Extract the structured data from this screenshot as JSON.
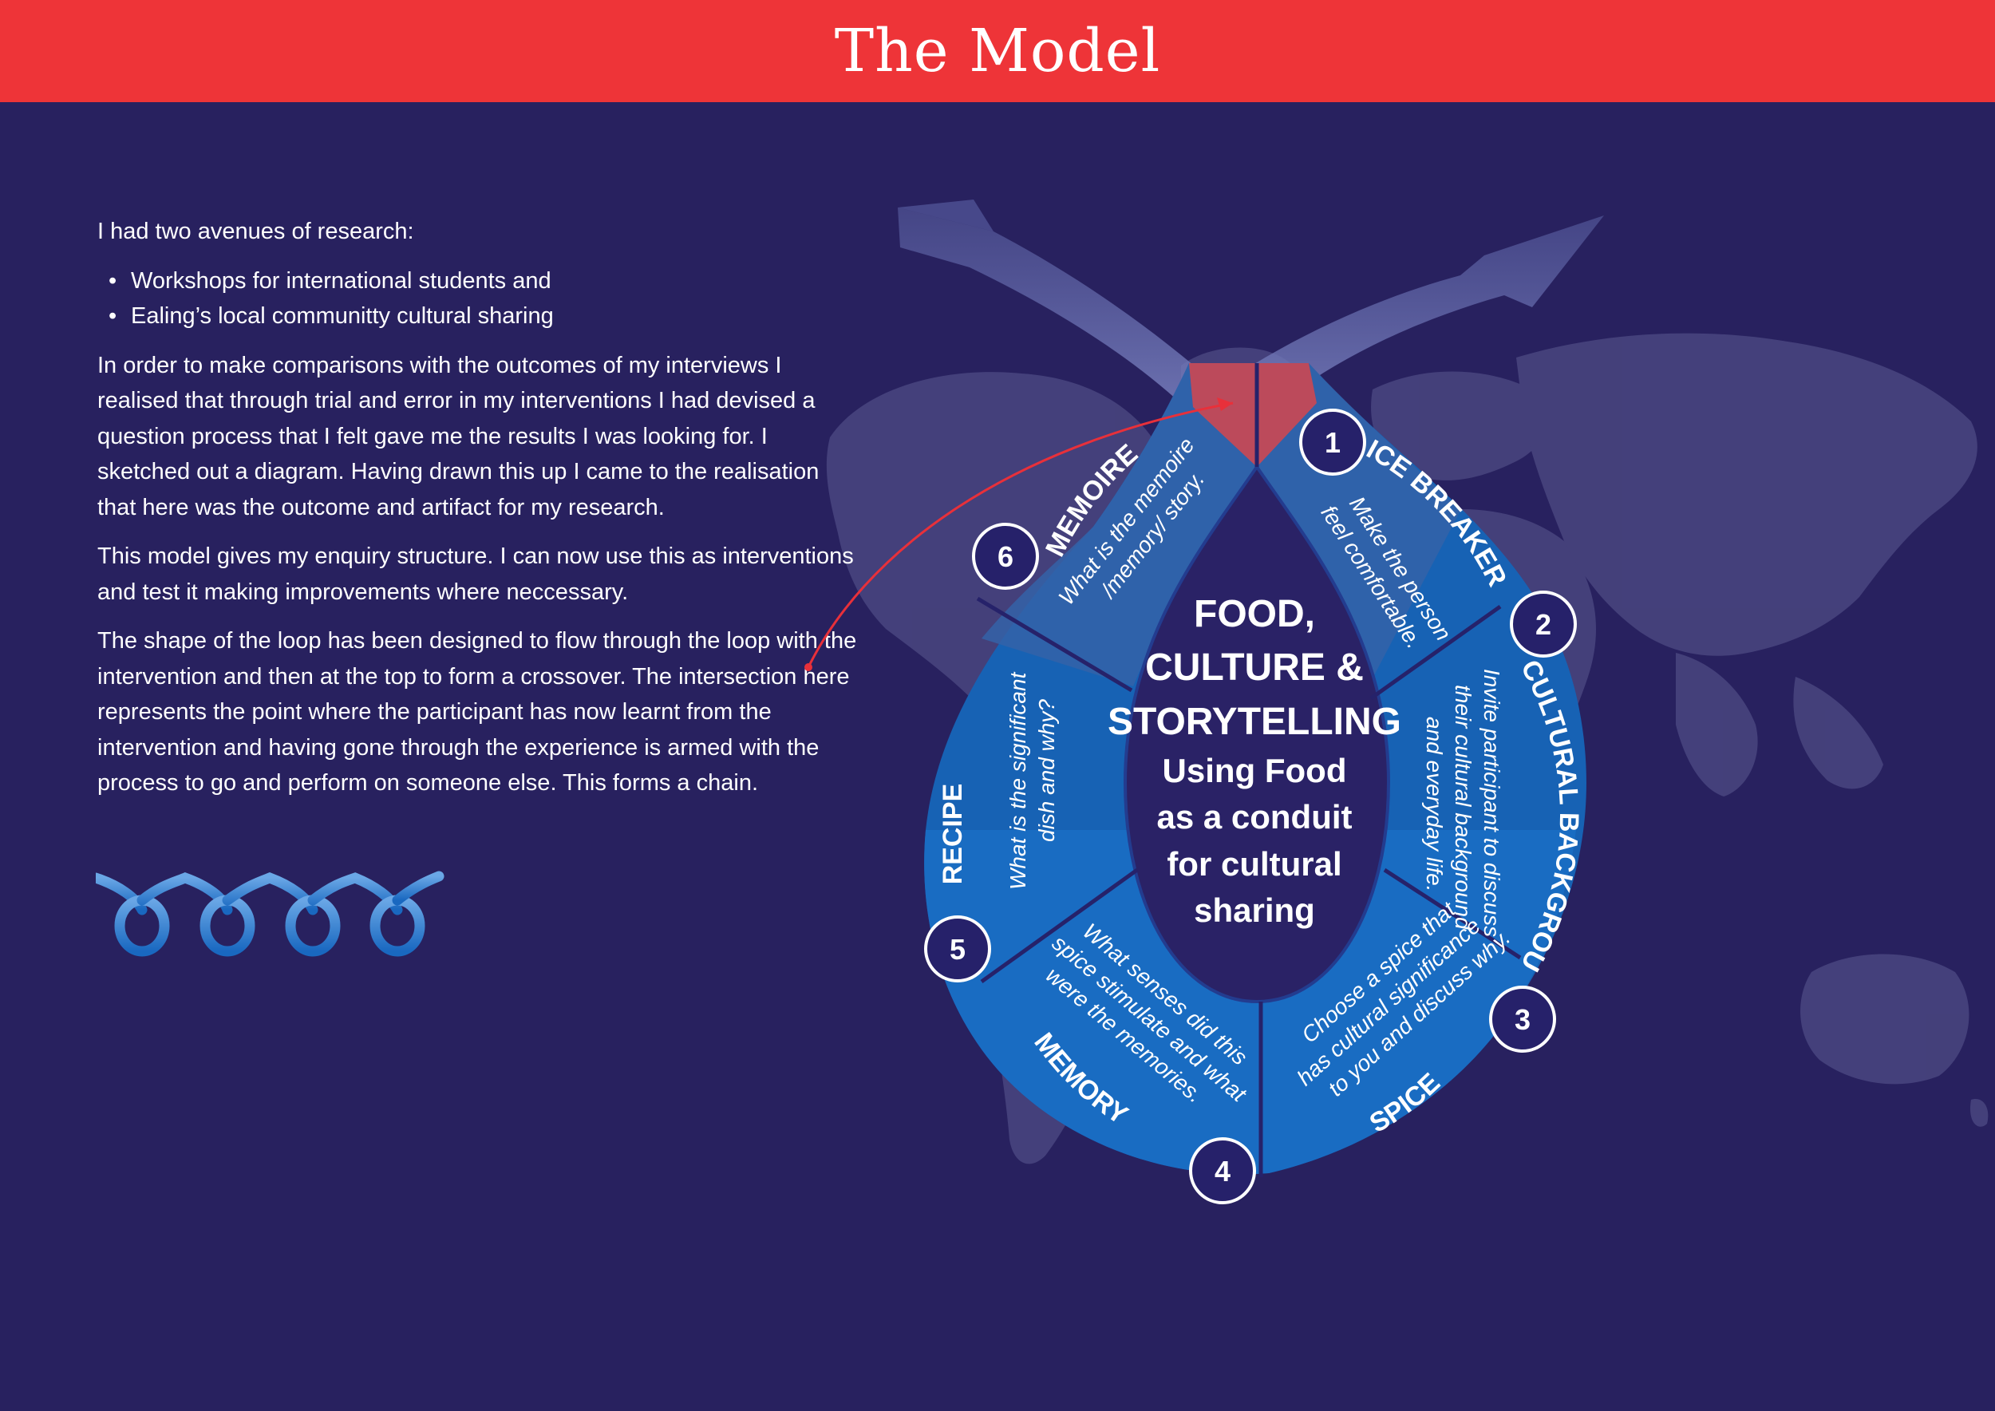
{
  "header": {
    "title": "The Model"
  },
  "intro": {
    "lead": "I had two avenues of research:",
    "bullets": [
      "Workshops for international students and",
      "Ealing’s local communitty cultural sharing"
    ],
    "paragraphs": [
      "In order to make comparisons with the outcomes of my interviews I realised that through trial and error in my interventions I had devised a question process that I felt gave me the results I was looking for. I sketched out a diagram. Having drawn this up I came to the realisation that here was the outcome and artifact for my research.",
      "This model gives my enquiry structure. I can now use this as interventions and test it making improvements where neccessary.",
      "The shape of the loop has been designed to flow through the loop with the intervention and then at the top to form a crossover. The intersection here represents the point where the participant has now learnt from the intervention and having gone through the experience is armed with the process to go and perform on someone else. This forms a chain."
    ]
  },
  "diagram": {
    "center": {
      "line1": "FOOD,",
      "line2": "CULTURE &",
      "line3": "STORYTELLING",
      "line4": "Using Food",
      "line5": "as a conduit",
      "line6": "for cultural",
      "line7": "sharing"
    },
    "steps": [
      {
        "number": "1",
        "title": "ICE BREAKER",
        "lines": [
          "Make the person",
          "feel comfortable."
        ]
      },
      {
        "number": "2",
        "title": "CULTURAL BACKGROUND",
        "lines": [
          "Invite participant to discuss",
          "their cultural background",
          "and everyday life."
        ]
      },
      {
        "number": "3",
        "title": "SPICE",
        "lines": [
          "Choose a spice that",
          "has cultural significance",
          "to you and discuss why."
        ]
      },
      {
        "number": "4",
        "title": "MEMORY",
        "lines": [
          "What senses did this",
          "spice stimulate and what",
          "were the memories."
        ]
      },
      {
        "number": "5",
        "title": "RECIPE",
        "lines": [
          "What is the significant",
          "dish and why?"
        ]
      },
      {
        "number": "6",
        "title": "MEMOIRE",
        "lines": [
          "What is the memoire",
          "/memory/ story."
        ]
      }
    ]
  },
  "colors": {
    "background": "#28215f",
    "header": "#ee3438",
    "ring_dark": "#1762b4",
    "ring_light": "#2f78c4",
    "ring_top": "#3b62aa",
    "center": "#2a2266",
    "crossover": "#d5464d",
    "annotation": "#e8303a",
    "map": "#4e4b84"
  },
  "icons": [
    "world-map",
    "crossing-arrows",
    "chain-loops-icon"
  ]
}
